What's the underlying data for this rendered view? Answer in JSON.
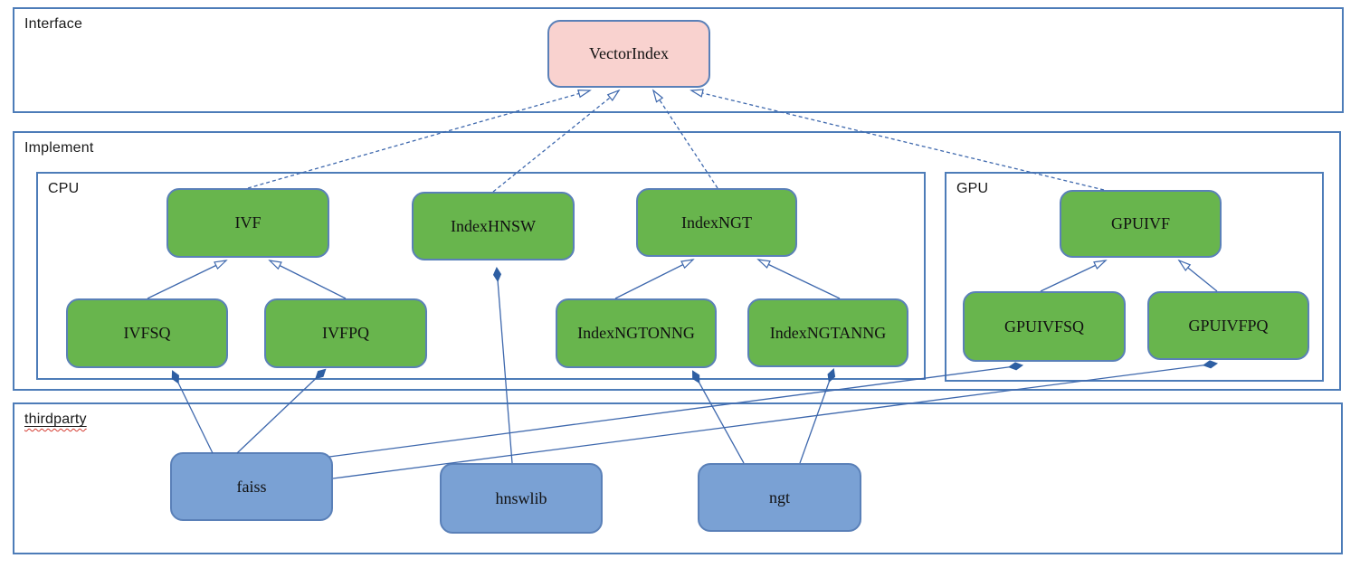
{
  "containers": {
    "interface": {
      "label": "Interface"
    },
    "implement": {
      "label": "Implement"
    },
    "cpu": {
      "label": "CPU"
    },
    "gpu": {
      "label": "GPU"
    },
    "thirdparty": {
      "label": "thirdparty",
      "spellcheck_wavy_underline": true
    }
  },
  "nodes": {
    "vectorindex": {
      "label": "VectorIndex",
      "kind": "interface"
    },
    "ivf": {
      "label": "IVF",
      "kind": "class"
    },
    "indexhnsw": {
      "label": "IndexHNSW",
      "kind": "class"
    },
    "indexngt": {
      "label": "IndexNGT",
      "kind": "class"
    },
    "gpuivf": {
      "label": "GPUIVF",
      "kind": "class"
    },
    "ivfsq": {
      "label": "IVFSQ",
      "kind": "class"
    },
    "ivfpq": {
      "label": "IVFPQ",
      "kind": "class"
    },
    "indexngtonng": {
      "label": "IndexNGTONNG",
      "kind": "class"
    },
    "indexngtanng": {
      "label": "IndexNGTANNG",
      "kind": "class"
    },
    "gpuivfsq": {
      "label": "GPUIVFSQ",
      "kind": "class"
    },
    "gpuivfpq": {
      "label": "GPUIVFPQ",
      "kind": "class"
    },
    "faiss": {
      "label": "faiss",
      "kind": "thirdparty-lib"
    },
    "hnswlib": {
      "label": "hnswlib",
      "kind": "thirdparty-lib"
    },
    "ngt": {
      "label": "ngt",
      "kind": "thirdparty-lib"
    }
  },
  "edges": [
    {
      "from": "IVF",
      "to": "VectorIndex",
      "type": "realization-dashed-hollow-arrow"
    },
    {
      "from": "IndexHNSW",
      "to": "VectorIndex",
      "type": "realization-dashed-hollow-arrow"
    },
    {
      "from": "IndexNGT",
      "to": "VectorIndex",
      "type": "realization-dashed-hollow-arrow"
    },
    {
      "from": "GPUIVF",
      "to": "VectorIndex",
      "type": "realization-dashed-hollow-arrow"
    },
    {
      "from": "IVFSQ",
      "to": "IVF",
      "type": "inheritance-hollow-arrow"
    },
    {
      "from": "IVFPQ",
      "to": "IVF",
      "type": "inheritance-hollow-arrow"
    },
    {
      "from": "IndexNGTONNG",
      "to": "IndexNGT",
      "type": "inheritance-hollow-arrow"
    },
    {
      "from": "IndexNGTANNG",
      "to": "IndexNGT",
      "type": "inheritance-hollow-arrow"
    },
    {
      "from": "GPUIVFSQ",
      "to": "GPUIVF",
      "type": "inheritance-hollow-arrow"
    },
    {
      "from": "GPUIVFPQ",
      "to": "GPUIVF",
      "type": "inheritance-hollow-arrow"
    },
    {
      "from": "faiss",
      "to": "IVFSQ",
      "type": "composition-filled-diamond"
    },
    {
      "from": "faiss",
      "to": "IVFPQ",
      "type": "composition-filled-diamond"
    },
    {
      "from": "hnswlib",
      "to": "IndexHNSW",
      "type": "composition-filled-diamond"
    },
    {
      "from": "ngt",
      "to": "IndexNGTONNG",
      "type": "composition-filled-diamond"
    },
    {
      "from": "ngt",
      "to": "IndexNGTANNG",
      "type": "composition-filled-diamond"
    },
    {
      "from": "faiss",
      "to": "GPUIVFSQ",
      "type": "composition-filled-diamond"
    },
    {
      "from": "faiss",
      "to": "GPUIVFPQ",
      "type": "composition-filled-diamond"
    }
  ],
  "colors": {
    "interface_fill": "#f9d2cf",
    "class_fill": "#68b54d",
    "thirdparty_fill": "#7aa1d4",
    "shape_border": "#5a80b8",
    "container_border": "#4d7cb8",
    "edge_stroke": "#3e68ad",
    "diamond_fill": "#2e5fa3",
    "spellcheck_wavy": "#d43a2f",
    "text": "#111111"
  }
}
